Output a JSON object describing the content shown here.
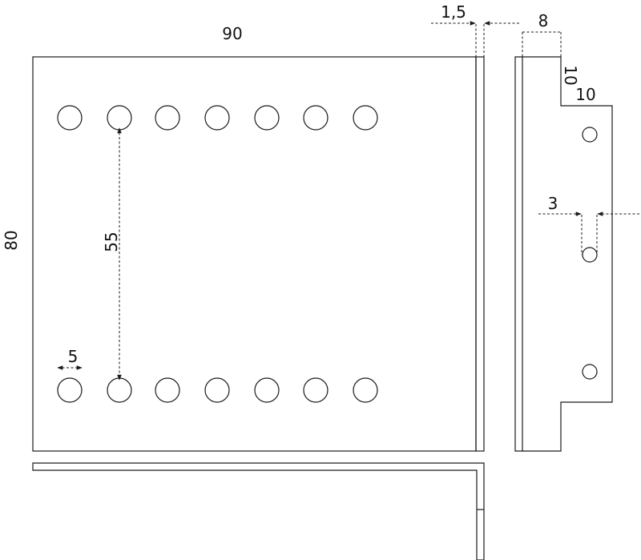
{
  "dimensions": {
    "width": "90",
    "height": "80",
    "hole_spacing": "55",
    "hole_size": "5",
    "thickness": "1,5",
    "side_flange": "8",
    "step_vertical": "10",
    "step_horizontal": "10",
    "slot_width": "3"
  },
  "colors": {
    "line": "#1a1a1a",
    "background": "#ffffff"
  }
}
